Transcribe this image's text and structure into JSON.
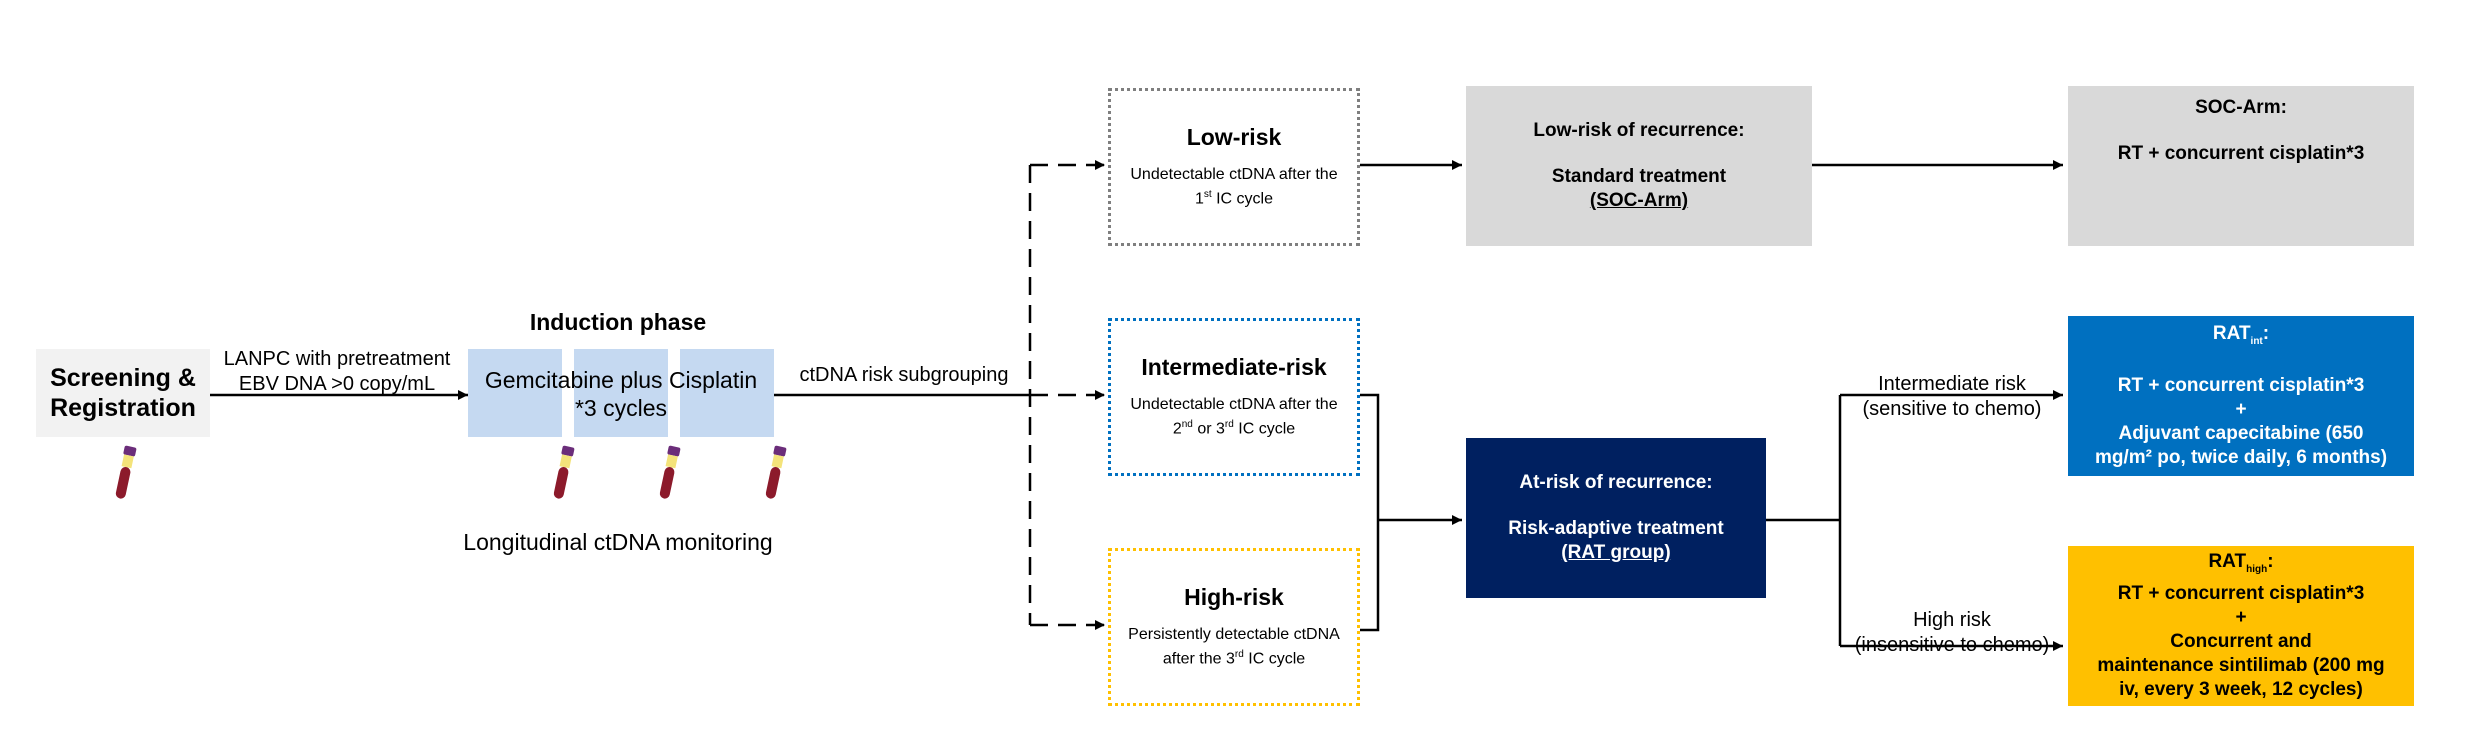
{
  "screening": {
    "line1": "Screening &",
    "line2": "Registration"
  },
  "eligibility": {
    "line1": "LANPC with pretreatment",
    "line2": "EBV DNA >0 copy/mL"
  },
  "induction": {
    "title": "Induction phase",
    "box1": "Gemcitabine plus",
    "box2": "*3 cycles",
    "box3": "Cisplatin"
  },
  "monitoring_label": "Longitudinal ctDNA monitoring",
  "subgrouping_label": "ctDNA risk subgrouping",
  "low_risk": {
    "title": "Low-risk",
    "desc_line1": "Undetectable ctDNA after the",
    "desc_pre": "1",
    "desc_sup": "st",
    "desc_post": " IC cycle"
  },
  "intermediate_risk": {
    "title": "Intermediate-risk",
    "desc_line1": "Undetectable ctDNA after the",
    "desc_a": "2",
    "desc_a_sup": "nd",
    "desc_mid": " or 3",
    "desc_b_sup": "rd",
    "desc_post": " IC cycle"
  },
  "high_risk": {
    "title": "High-risk",
    "desc_line1": "Persistently detectable ctDNA",
    "desc_pre": "after the 3",
    "desc_sup": "rd",
    "desc_post": " IC cycle"
  },
  "low_recurrence": {
    "title": "Low-risk of recurrence:",
    "line2": "Standard treatment",
    "line3": "(SOC-Arm)"
  },
  "at_risk": {
    "title": "At-risk of recurrence:",
    "line2": "Risk-adaptive treatment",
    "line3": "(RAT group)"
  },
  "soc_arm": {
    "title": "SOC-Arm:",
    "line2": "RT + concurrent cisplatin*3"
  },
  "rat_int": {
    "title": "RAT",
    "sub": "int",
    "line2": "RT + concurrent cisplatin*3",
    "plus": "+",
    "line3": "Adjuvant capecitabine (650",
    "line4": "mg/m² po, twice daily, 6 months)"
  },
  "rat_high": {
    "title": "RAT",
    "sub": "high",
    "line2": "RT + concurrent cisplatin*3",
    "plus": "+",
    "line3": "Concurrent and",
    "line4": "maintenance sintilimab (200 mg",
    "line5": "iv, every 3 week, 12 cycles)"
  },
  "branch_intermediate": {
    "line1": "Intermediate risk",
    "line2": "(sensitive to chemo)"
  },
  "branch_high": {
    "line1": "High risk",
    "line2": "(insensitive to chemo)"
  },
  "colors": {
    "gray_box": "#d9d9d9",
    "light_blue": "#c5d9f1",
    "navy": "#002060",
    "blue": "#0070c0",
    "gold": "#ffc000",
    "dotted_gray": "#7f7f7f",
    "dotted_blue": "#0070c0",
    "dotted_gold": "#ffc000"
  }
}
